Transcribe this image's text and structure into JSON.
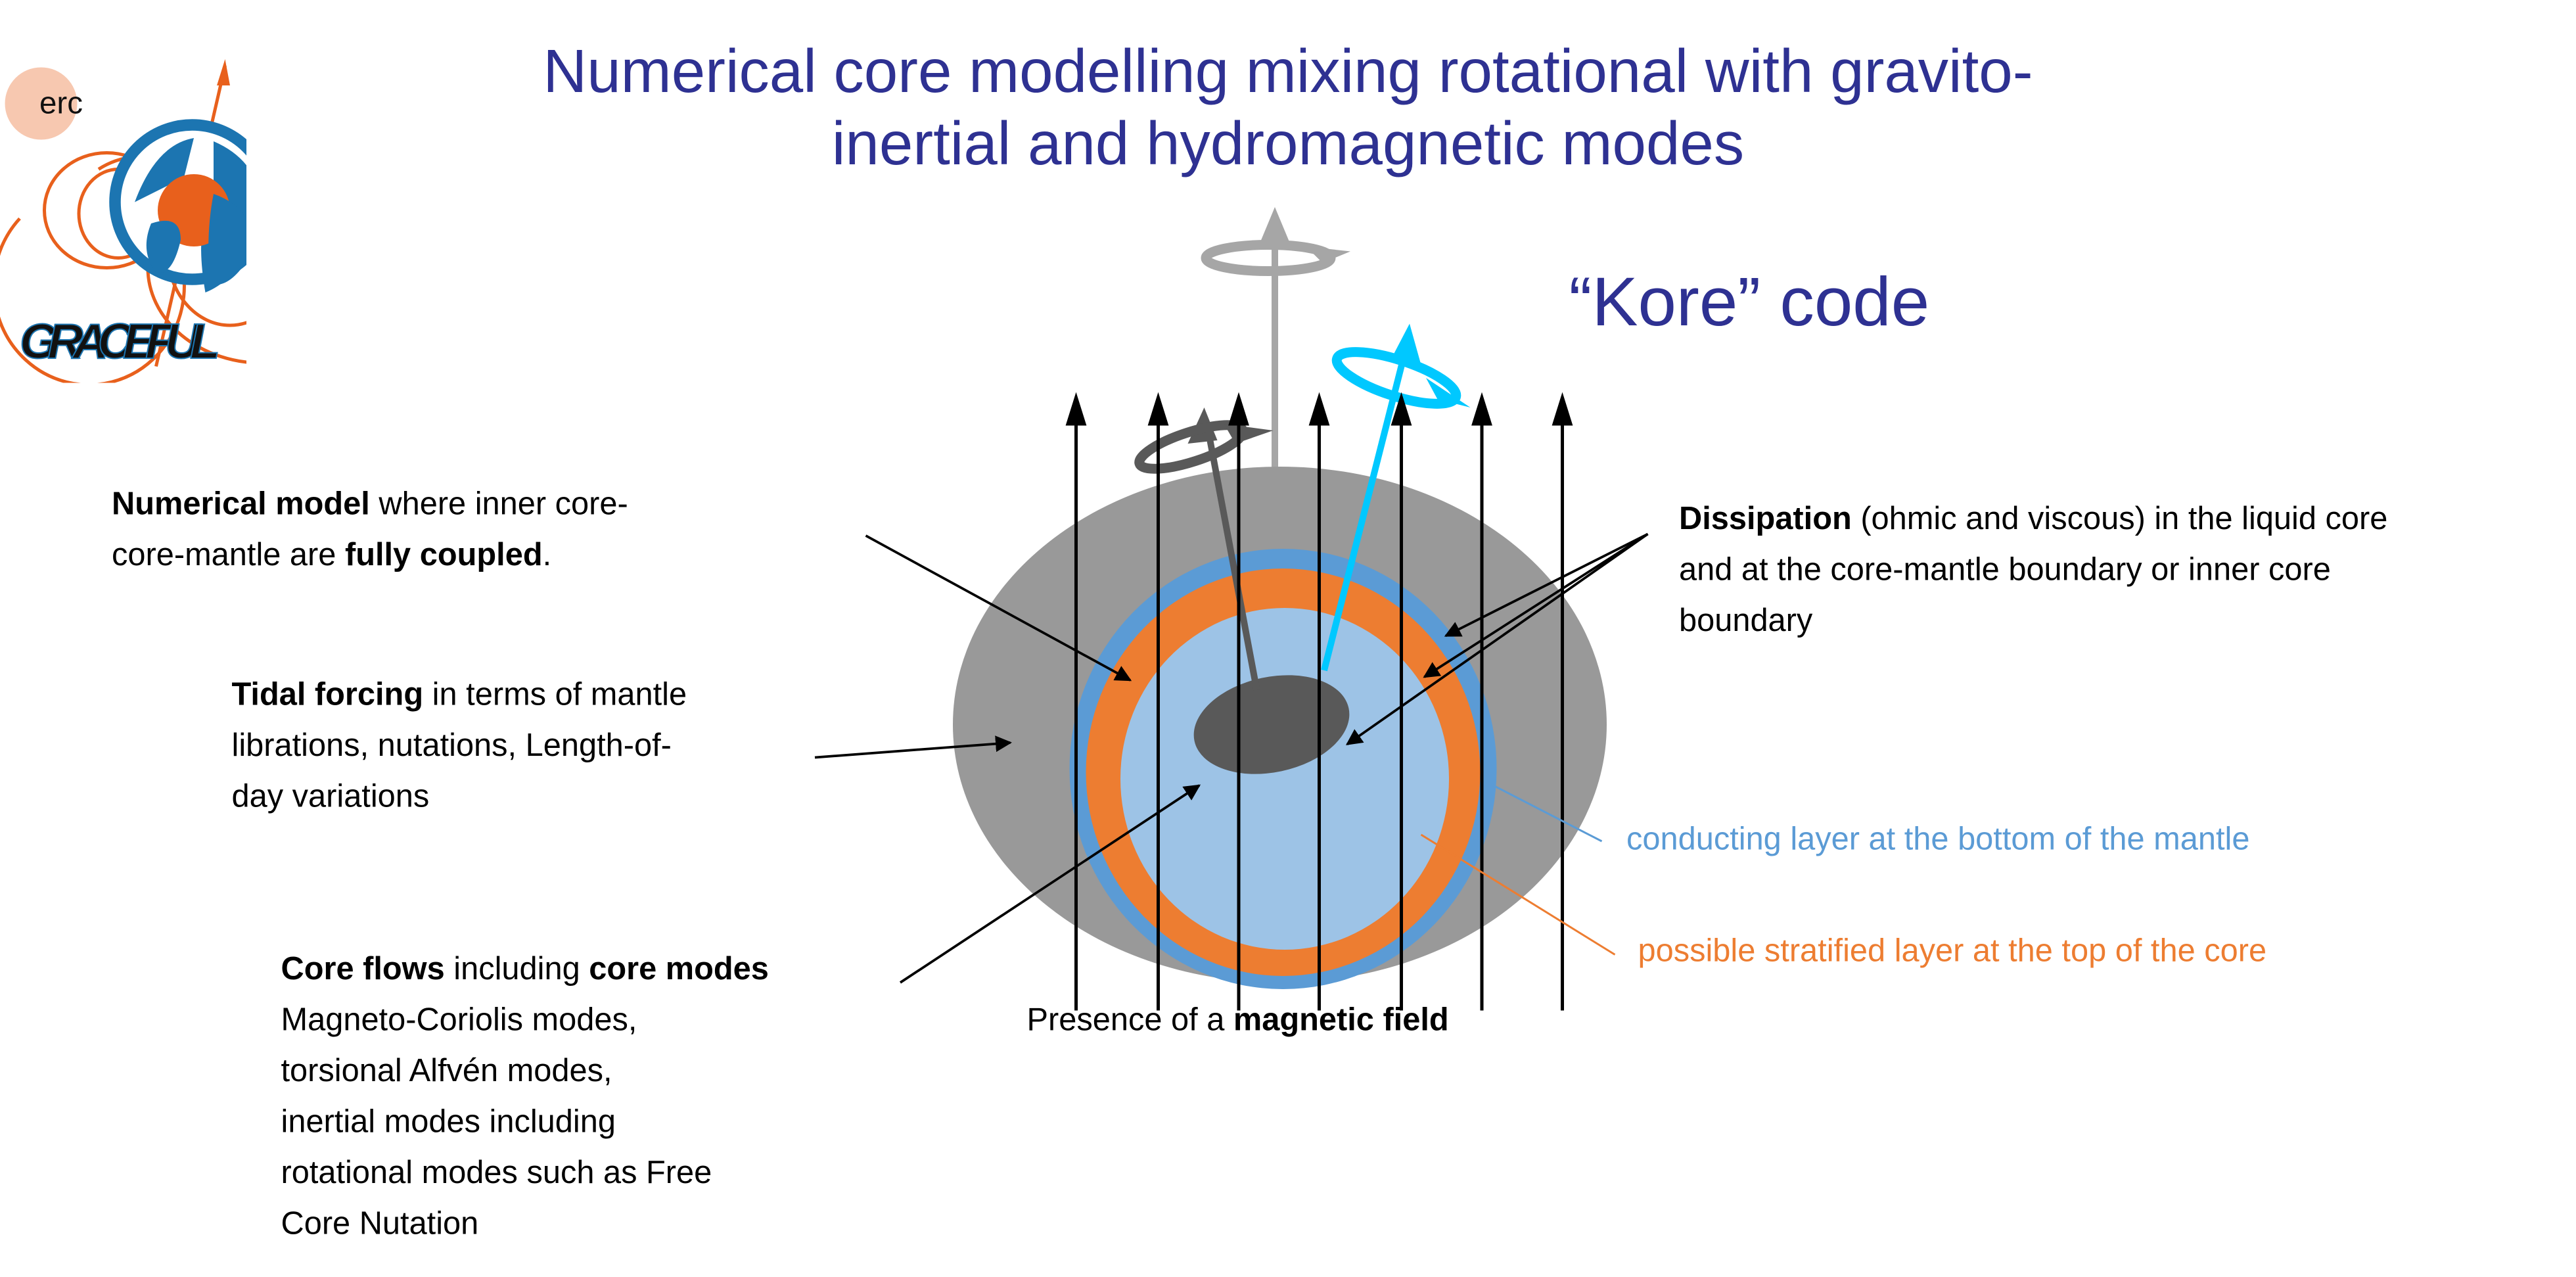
{
  "logo": {
    "erc": "erc",
    "name": "GRACEFUL"
  },
  "title": {
    "line1": "Numerical core modelling mixing rotational with gravito-",
    "line2": "inertial and hydromagnetic modes"
  },
  "subtitle": "“Kore” code",
  "annotations": {
    "numerical_model": {
      "bold1": "Numerical model",
      "text1": " where inner core-",
      "text2": "core-mantle are ",
      "bold2": "fully coupled",
      "text3": "."
    },
    "tidal": {
      "bold": "Tidal forcing",
      "text1": " in terms of mantle",
      "text2": "librations, nutations, Length-of-",
      "text3": "day variations"
    },
    "core_flows": {
      "bold1": "Core flows",
      "text1": " including ",
      "bold2": "core modes",
      "lines": [
        "Magneto-Coriolis modes,",
        "torsional Alfvén modes,",
        "inertial modes including",
        "rotational modes such as Free",
        "Core Nutation"
      ]
    },
    "dissipation": {
      "bold": "Dissipation",
      "text1": " (ohmic and viscous) in the liquid core",
      "text2": "and at the core-mantle boundary or inner core",
      "text3": "boundary"
    },
    "conducting_layer": "conducting layer at the bottom of the mantle",
    "stratified_layer": "possible stratified layer at the top of the core",
    "magnetic_field": {
      "text": "Presence of a ",
      "bold": "magnetic field"
    }
  },
  "colors": {
    "title": "#2e3192",
    "mantle": "#999999",
    "conducting": "#5b9bd5",
    "stratified": "#ed7d31",
    "liquid_core": "#9dc3e6",
    "inner_core": "#595959",
    "cyan_axis": "#00c8ff"
  }
}
